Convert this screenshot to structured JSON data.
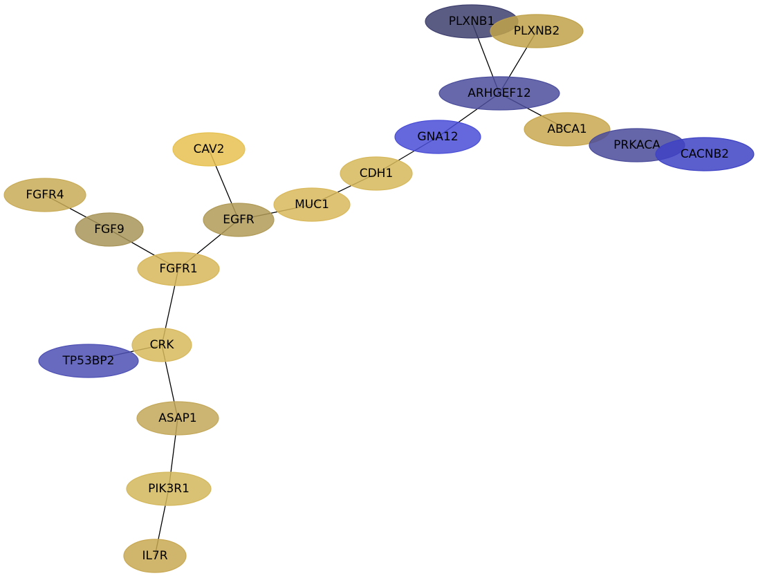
{
  "nodes": [
    {
      "id": "PLXNB1",
      "label": "PLXNB1",
      "color": "#3e3f6e"
    },
    {
      "id": "PLXNB2",
      "label": "PLXNB2",
      "color": "#bfa24a"
    },
    {
      "id": "ARHGEF12",
      "label": "ARHGEF12",
      "color": "#4b4d9c"
    },
    {
      "id": "GNA12",
      "label": "GNA12",
      "color": "#4a4ed6"
    },
    {
      "id": "ABCA1",
      "label": "ABCA1",
      "color": "#c8a850"
    },
    {
      "id": "PRKACA",
      "label": "PRKACA",
      "color": "#4a4b9a"
    },
    {
      "id": "CACNB2",
      "label": "CACNB2",
      "color": "#3e42c4"
    },
    {
      "id": "CAV2",
      "label": "CAV2",
      "color": "#e6c150"
    },
    {
      "id": "CDH1",
      "label": "CDH1",
      "color": "#d6b85c"
    },
    {
      "id": "MUC1",
      "label": "MUC1",
      "color": "#d9b95c"
    },
    {
      "id": "EGFR",
      "label": "EGFR",
      "color": "#b09b58"
    },
    {
      "id": "FGFR4",
      "label": "FGFR4",
      "color": "#c9ac58"
    },
    {
      "id": "FGF9",
      "label": "FGF9",
      "color": "#a8955a"
    },
    {
      "id": "FGFR1",
      "label": "FGFR1",
      "color": "#d7b75a"
    },
    {
      "id": "CRK",
      "label": "CRK",
      "color": "#d7b85c"
    },
    {
      "id": "TP53BP2",
      "label": "TP53BP2",
      "color": "#4e50b4"
    },
    {
      "id": "ASAP1",
      "label": "ASAP1",
      "color": "#c3a85a"
    },
    {
      "id": "PIK3R1",
      "label": "PIK3R1",
      "color": "#d3b75c"
    },
    {
      "id": "IL7R",
      "label": "IL7R",
      "color": "#c8a852"
    }
  ],
  "edges": [
    [
      "PLXNB1",
      "ARHGEF12"
    ],
    [
      "PLXNB2",
      "ARHGEF12"
    ],
    [
      "ARHGEF12",
      "GNA12"
    ],
    [
      "ARHGEF12",
      "ABCA1"
    ],
    [
      "GNA12",
      "CDH1"
    ],
    [
      "CDH1",
      "MUC1"
    ],
    [
      "MUC1",
      "EGFR"
    ],
    [
      "CAV2",
      "EGFR"
    ],
    [
      "EGFR",
      "FGFR1"
    ],
    [
      "FGFR4",
      "FGF9"
    ],
    [
      "FGF9",
      "FGFR1"
    ],
    [
      "FGFR1",
      "CRK"
    ],
    [
      "CRK",
      "TP53BP2"
    ],
    [
      "CRK",
      "ASAP1"
    ],
    [
      "ASAP1",
      "PIK3R1"
    ],
    [
      "PIK3R1",
      "IL7R"
    ]
  ]
}
